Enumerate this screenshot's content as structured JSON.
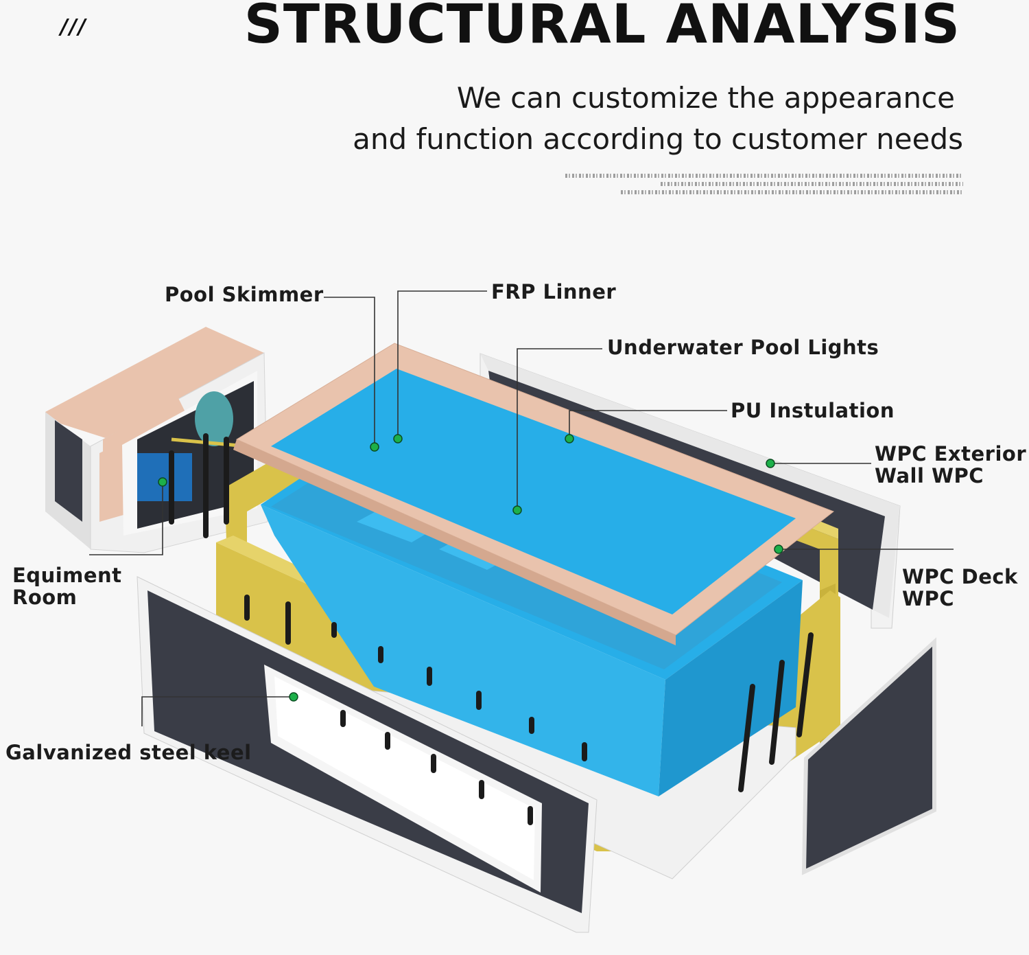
{
  "header": {
    "decor": "///",
    "title": "STRUCTURAL ANALYSIS",
    "subtitle_line1": "We can customize the appearance",
    "subtitle_line2": "and function according to customer needs"
  },
  "labels": {
    "pool_skimmer": "Pool Skimmer",
    "frp_linner": "FRP Linner",
    "underwater_lights": "Underwater Pool Lights",
    "pu_insulation": "PU Instulation",
    "wpc_exterior_line1": "WPC Exterior",
    "wpc_exterior_line2": "Wall WPC",
    "wpc_deck_line1": "WPC Deck",
    "wpc_deck_line2": "WPC",
    "equipment_room_line1": "Equiment",
    "equipment_room_line2": "Room",
    "steel_keel": "Galvanized steel keel"
  },
  "colors": {
    "pool_blue": "#27aee8",
    "insulation_yellow": "#d9c24a",
    "deck_frame_pink": "#e9c3ad",
    "wall_dark": "#3a3d47",
    "wall_frame_white": "#f2f2f2",
    "keel_black": "#1b1b1b",
    "marker_green": "#1db04a"
  }
}
